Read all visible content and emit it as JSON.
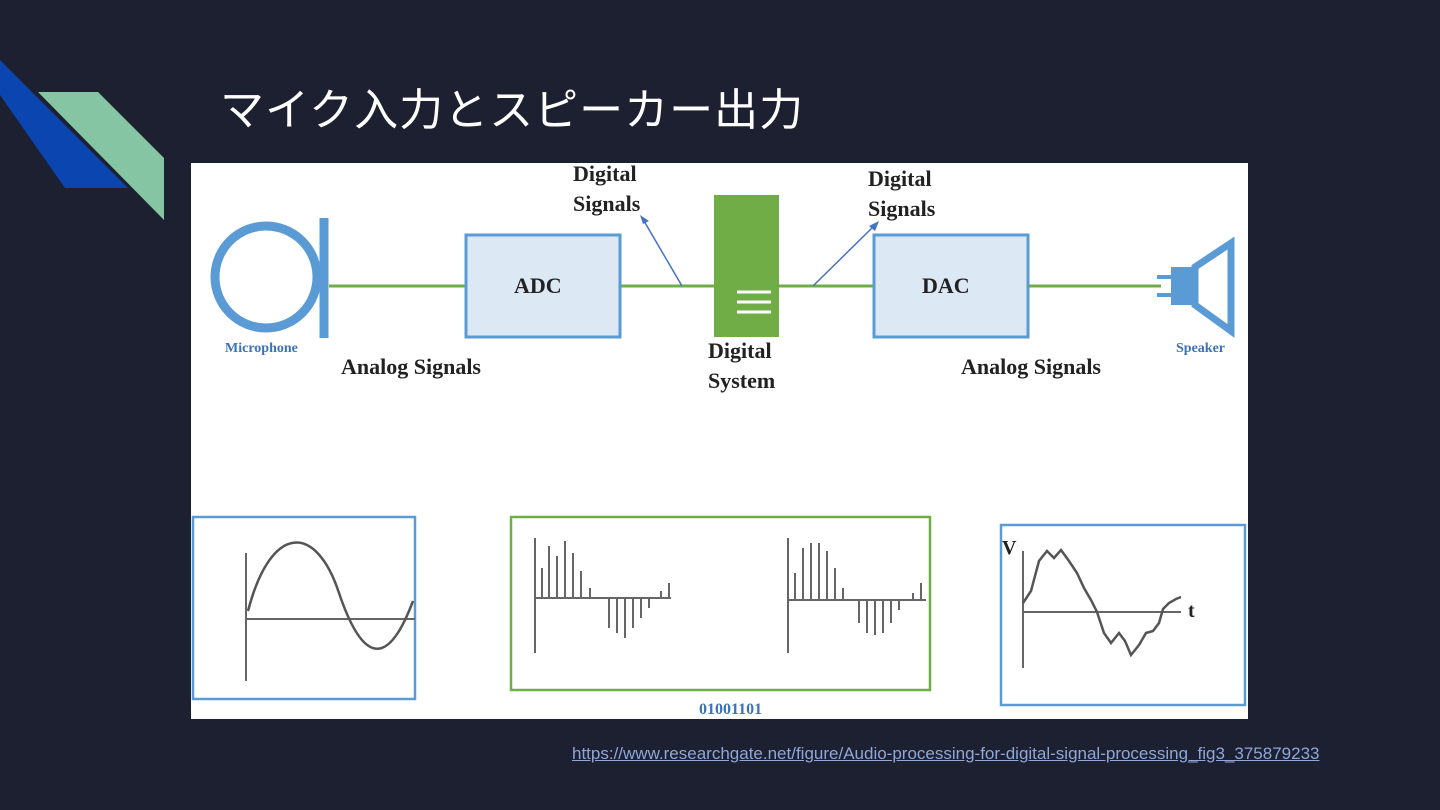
{
  "slide": {
    "title": "マイク入力とスピーカー出力",
    "source_link": "https://www.researchgate.net/figure/Audio-processing-for-digital-signal-processing_fig3_375879233"
  },
  "diagram": {
    "microphone_label": "Microphone",
    "speaker_label": "Speaker",
    "adc_label": "ADC",
    "dac_label": "DAC",
    "analog_signals_left": "Analog Signals",
    "analog_signals_right": "Analog Signals",
    "digital_signals_left_1": "Digital",
    "digital_signals_left_2": "Signals",
    "digital_signals_right_1": "Digital",
    "digital_signals_right_2": "Signals",
    "digital_system_1": "Digital",
    "digital_system_2": "System",
    "binary_code": "01001101",
    "axis_v": "V",
    "axis_t": "t"
  },
  "colors": {
    "background": "#1c2030",
    "line_green": "#70ad47",
    "box_blue": "#5b9bd5",
    "box_fill": "#dde8f5",
    "accent_blue": "#0b45b0",
    "accent_green": "#86c5a4"
  }
}
